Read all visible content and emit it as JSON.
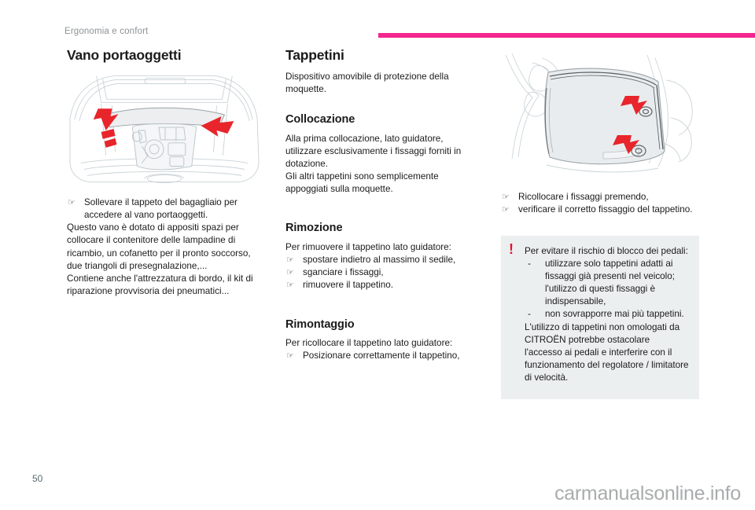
{
  "header": {
    "chapter": "Ergonomia e confort",
    "rule_color": "#f4268f"
  },
  "column1": {
    "title": "Vano portaoggetti",
    "figure_name": "trunk-storage-compartment-illustration",
    "bullets": [
      "Sollevare il tappeto del bagagliaio per accedere al vano portaoggetti."
    ],
    "paragraphs": [
      "Questo vano è dotato di appositi spazi per collocare il contenitore delle lampadine di ricambio, un cofanetto per il pronto soccorso, due triangoli di presegnalazione,...",
      "Contiene anche l'attrezzatura di bordo, il kit di riparazione provvisoria dei pneumatici..."
    ]
  },
  "column2": {
    "title": "Tappetini",
    "intro": "Dispositivo amovibile di protezione della moquette.",
    "collocazione": {
      "title": "Collocazione",
      "paragraphs": [
        "Alla prima collocazione, lato guidatore, utilizzare esclusivamente i fissaggi forniti in dotazione.",
        "Gli altri tappetini sono semplicemente appoggiati sulla moquette."
      ]
    },
    "rimozione": {
      "title": "Rimozione",
      "lead": "Per rimuovere il tappetino lato guidatore:",
      "bullets": [
        "spostare indietro al massimo il sedile,",
        "sganciare i fissaggi,",
        "rimuovere il tappetino."
      ]
    },
    "rimontaggio": {
      "title": "Rimontaggio",
      "lead": "Per ricollocare il tappetino lato guidatore:",
      "bullets": [
        "Posizionare correttamente il tappetino,"
      ]
    }
  },
  "column3": {
    "figure_name": "floor-mat-fasteners-illustration",
    "bullets": [
      "Ricollocare i fissaggi premendo,",
      "verificare il corretto fissaggio del tappetino."
    ],
    "warning": {
      "icon": "exclamation-warning-icon",
      "icon_color": "#e8112d",
      "background": "#ecefef",
      "lead": "Per evitare il rischio di blocco dei pedali:",
      "dash_items": [
        "utilizzare solo tappetini adatti ai fissaggi già presenti nel veicolo; l'utilizzo di questi fissaggi è indispensabile,",
        "non sovrapporre mai più tappetini."
      ],
      "tail": "L'utilizzo di tappetini non omologati da CITROËN potrebbe ostacolare l'accesso ai pedali e interferire con il funzionamento del regolatore / limitatore di velocità."
    }
  },
  "footer": {
    "page_number": "50",
    "watermark": "carmanualsonline.info"
  },
  "icons": {
    "hand_bullet": "☞",
    "dash_bullet": "-",
    "bang": "!"
  }
}
